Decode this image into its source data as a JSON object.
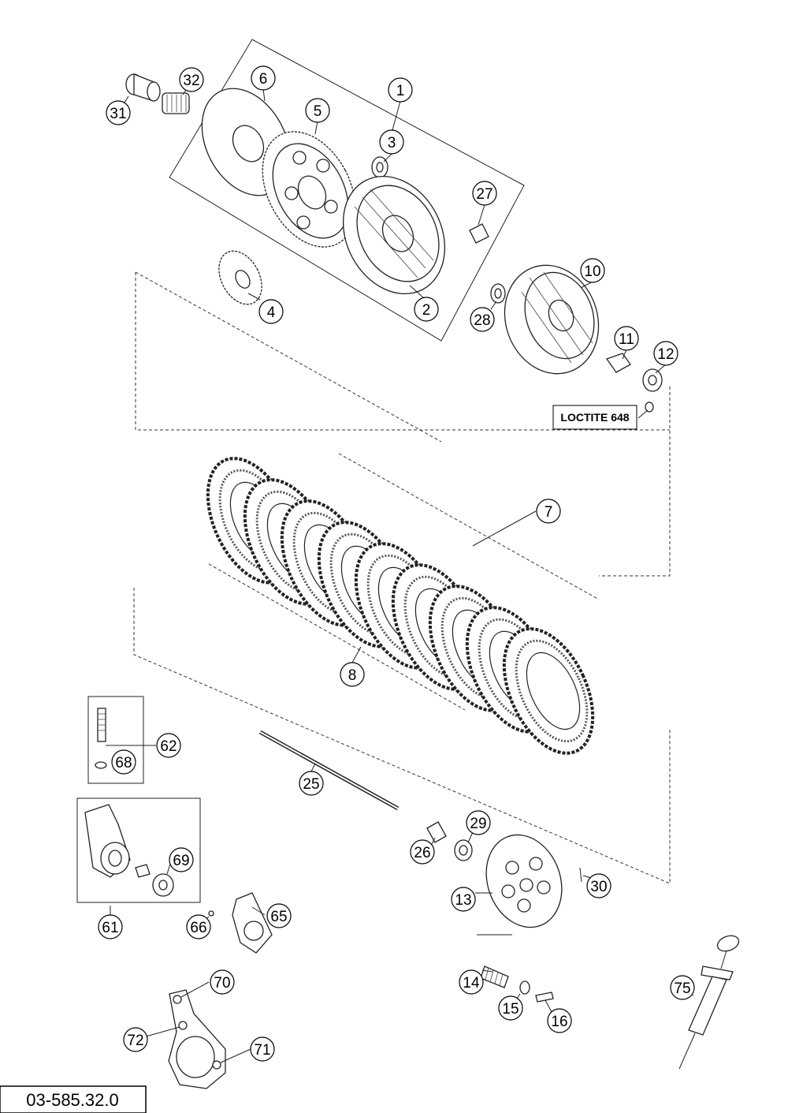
{
  "diagram": {
    "callouts": {
      "c1": "1",
      "c2": "2",
      "c3": "3",
      "c4": "4",
      "c5": "5",
      "c6": "6",
      "c7": "7",
      "c8": "8",
      "c10": "10",
      "c11": "11",
      "c12": "12",
      "c13": "13",
      "c14": "14",
      "c15": "15",
      "c16": "16",
      "c25": "25",
      "c26": "26",
      "c27": "27",
      "c28": "28",
      "c29": "29",
      "c30": "30",
      "c31": "31",
      "c32": "32",
      "c61": "61",
      "c62": "62",
      "c65": "65",
      "c66": "66",
      "c68": "68",
      "c69": "69",
      "c70": "70",
      "c71": "71",
      "c72": "72",
      "c75": "75"
    },
    "note_loctite": "LOCTITE 648",
    "reference_number": "03-585.32.0"
  }
}
